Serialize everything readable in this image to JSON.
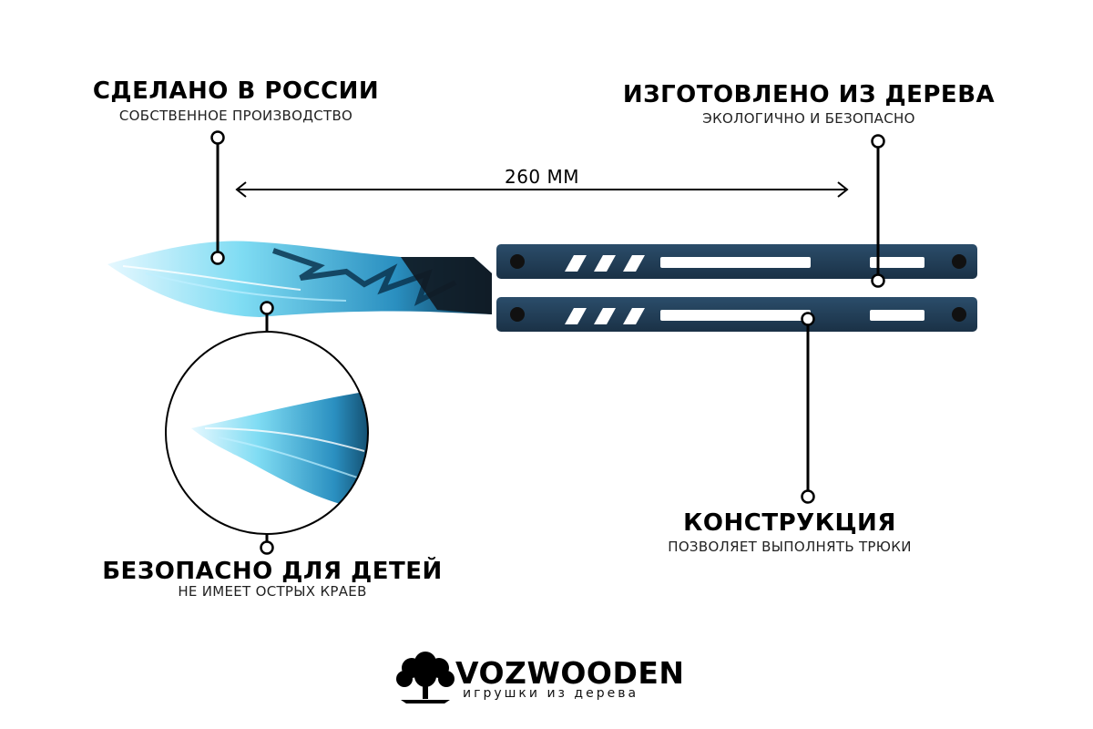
{
  "callouts": {
    "made_in_russia": {
      "title": "СДЕЛАНО В РОССИИ",
      "subtitle": "СОБСТВЕННОЕ ПРОИЗВОДСТВО"
    },
    "made_of_wood": {
      "title": "ИЗГОТОВЛЕНО ИЗ ДЕРЕВА",
      "subtitle": "ЭКОЛОГИЧНО И БЕЗОПАСНО"
    },
    "safe_for_kids": {
      "title": "БЕЗОПАСНО ДЛЯ ДЕТЕЙ",
      "subtitle": "НЕ ИМЕЕТ ОСТРЫХ КРАЕВ"
    },
    "construction": {
      "title": "КОНСТРУКЦИЯ",
      "subtitle": "ПОЗВОЛЯЕТ ВЫПОЛНЯТЬ ТРЮКИ"
    }
  },
  "dimension": {
    "length_label": "260 ММ"
  },
  "brand": {
    "name": "VOZWOODEN",
    "tagline": "игрушки из дерева",
    "logo_icon": "tree-icon"
  },
  "colors": {
    "blade_light": "#e6f8ff",
    "blade_mid": "#5fd0ef",
    "blade_dark": "#0a5a86",
    "handle": "#1f3a52",
    "text": "#000000"
  }
}
